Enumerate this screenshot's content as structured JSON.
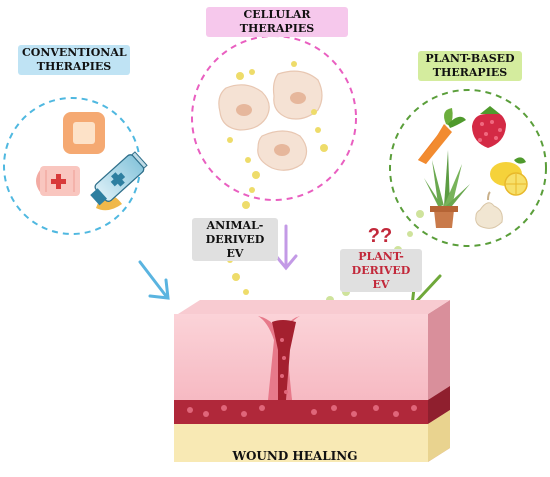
{
  "title": "",
  "labels": {
    "conventional": {
      "line1": "CONVENTIONAL",
      "line2": "THERAPIES"
    },
    "cellular": {
      "line1": "CELLULAR THERAPIES"
    },
    "plant_based": {
      "line1": "PLANT-BASED",
      "line2": "THERAPIES"
    },
    "animal_ev": {
      "line1": "ANIMAL-",
      "line2": "DERIVED EV"
    },
    "plant_ev": {
      "line1": "PLANT-",
      "line2": "DERIVED EV"
    },
    "wound_healing": {
      "line1": "WOUND HEALING"
    },
    "question_marks": "??"
  },
  "colors": {
    "conventional_border": "#4fb8e0",
    "cellular_border": "#e95fc0",
    "plant_border": "#5a9e3a",
    "conventional_label_bg": "#bfe3f4",
    "cellular_label_bg": "#f6c8ec",
    "plant_label_bg": "#d4ec9e",
    "ev_label_bg": "#e0e0e0",
    "skin_pink": "#f6b9c2",
    "blood_red": "#b0283a",
    "fat_yellow": "#f8e9b4",
    "vesicle_yellow": "#eedc6a",
    "vesicle_green": "#cfe39c",
    "arrow_blue": "#5ab4e0",
    "arrow_violet": "#c39ae6",
    "arrow_green": "#6fa83a",
    "question_red": "#c2283a"
  },
  "icons": {
    "conventional": [
      "bandage-icon",
      "wrap-bandage-icon",
      "ointment-tube-icon"
    ],
    "cellular": [
      "cell-icon"
    ],
    "plant_based": [
      "carrot-icon",
      "raspberry-icon",
      "aloe-plant-icon",
      "lemon-icon",
      "garlic-icon"
    ]
  }
}
